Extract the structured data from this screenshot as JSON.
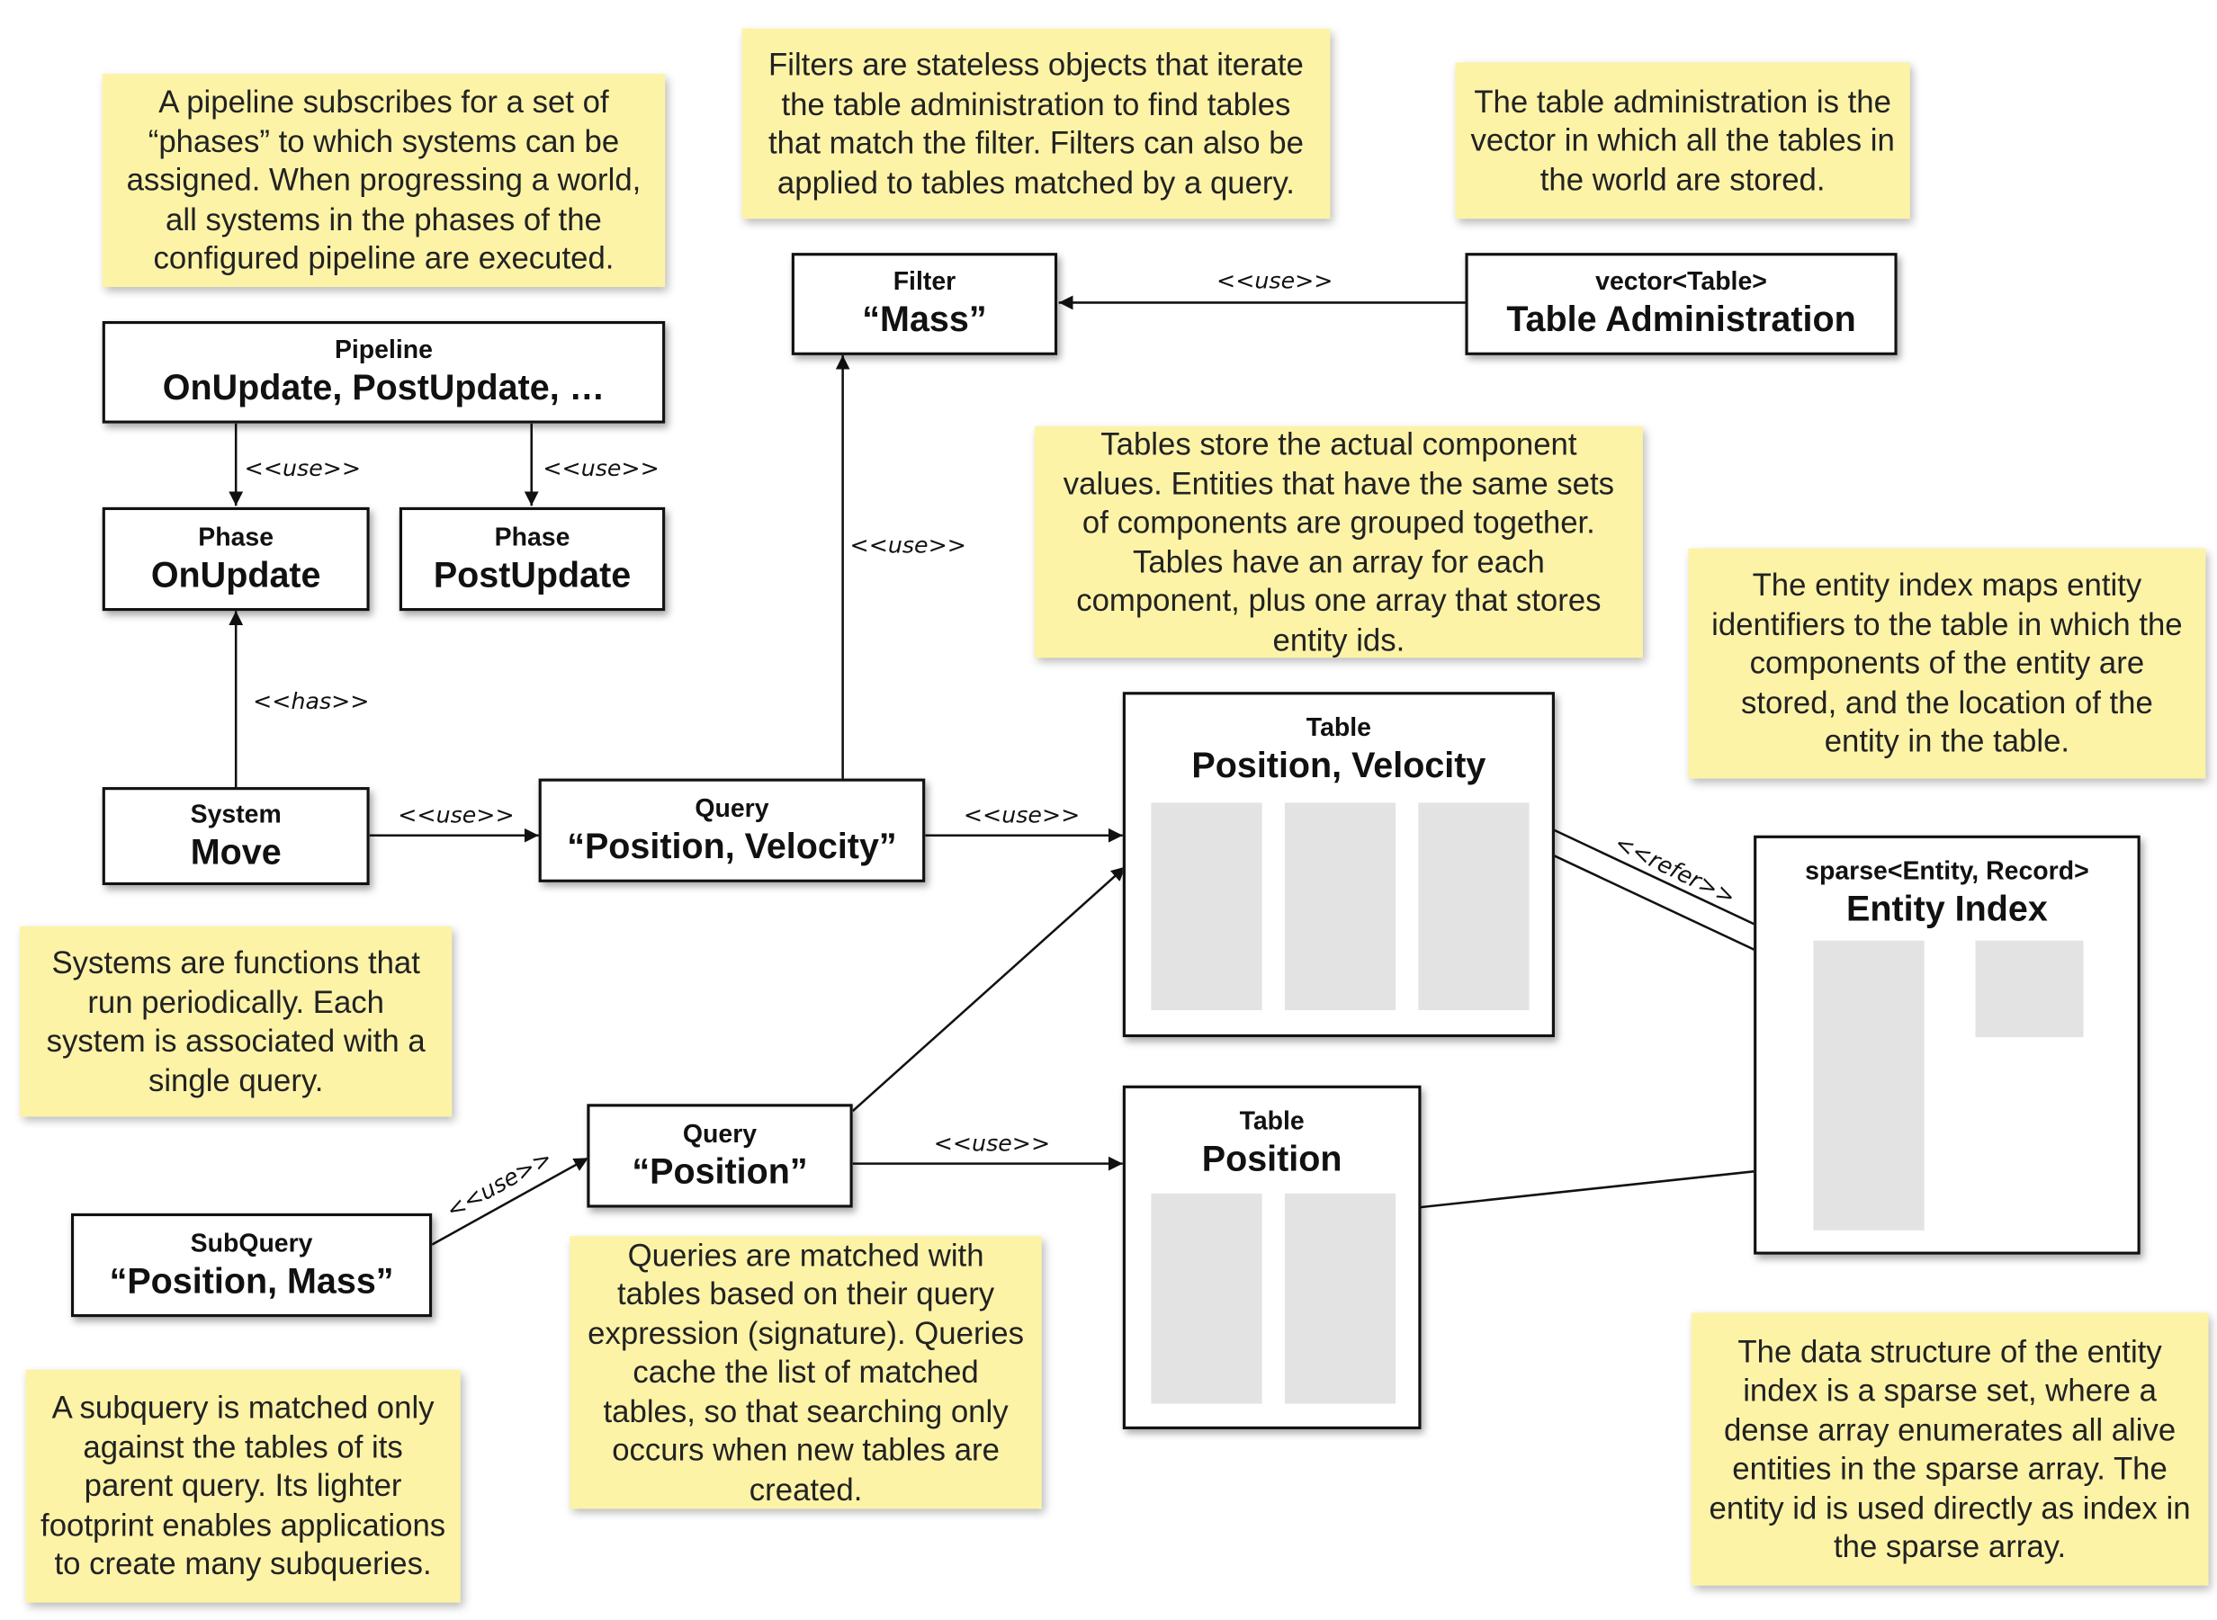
{
  "notes": {
    "pipeline": "A pipeline subscribes for a set of “phases” to which systems can be assigned. When progressing a world, all systems in the phases of the configured pipeline are executed.",
    "filters": "Filters are stateless objects that iterate the table administration to find tables that match the filter. Filters can also be applied to tables matched by a query.",
    "table_admin": "The table administration is the vector in which all the tables in the world are stored.",
    "tables": "Tables store the actual component values. Entities that have the same sets of components are grouped together. Tables have an array for each component, plus one array that stores entity ids.",
    "entity_index": "The entity index maps entity identifiers to the table in which the components of the entity are stored, and the location of the entity in the table.",
    "systems": "Systems are functions that run periodically. Each system is associated with a single query.",
    "queries": "Queries are matched with tables based on their query expression (signature). Queries cache the list of matched tables, so that searching only occurs when new tables are created.",
    "subquery": "A subquery is matched only against the tables of its parent query. Its lighter footprint enables applications to create many subqueries.",
    "sparse_set": "The data structure of the entity index is a sparse set, where a dense array enumerates all alive entities in the sparse array. The entity id is used directly as index in the sparse array."
  },
  "boxes": {
    "pipeline": {
      "kind": "Pipeline",
      "name": "OnUpdate, PostUpdate, …"
    },
    "phase_onupdate": {
      "kind": "Phase",
      "name": "OnUpdate"
    },
    "phase_postupdate": {
      "kind": "Phase",
      "name": "PostUpdate"
    },
    "filter": {
      "kind": "Filter",
      "name": "“Mass”"
    },
    "table_admin": {
      "kind": "vector<Table>",
      "name": "Table Administration"
    },
    "system": {
      "kind": "System",
      "name": "Move"
    },
    "query_pv": {
      "kind": "Query",
      "name": "“Position, Velocity”"
    },
    "table_pv": {
      "kind": "Table",
      "name": "Position, Velocity"
    },
    "entity_index": {
      "kind": "sparse<Entity, Record>",
      "name": "Entity Index"
    },
    "query_p": {
      "kind": "Query",
      "name": "“Position”"
    },
    "table_p": {
      "kind": "Table",
      "name": "Position"
    },
    "subquery": {
      "kind": "SubQuery",
      "name": "“Position, Mass”"
    }
  },
  "labels": {
    "use": "<<use>>",
    "has": "<<has>>",
    "refer": "<<refer>>"
  }
}
